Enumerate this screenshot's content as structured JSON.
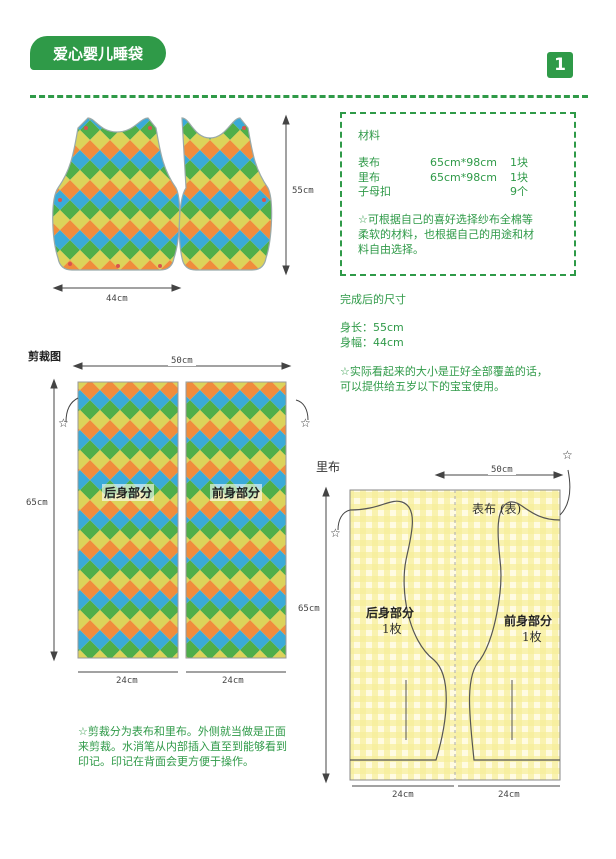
{
  "header": {
    "title": "爱心婴儿睡袋",
    "page_number": "1"
  },
  "materials": {
    "heading": "材料",
    "rows": [
      {
        "name": "表布",
        "size": "65cm*98cm",
        "qty": "1块"
      },
      {
        "name": "里布",
        "size": "65cm*98cm",
        "qty": "1块"
      },
      {
        "name": "子母扣",
        "size": "",
        "qty": "9个"
      }
    ],
    "note_line1": "☆可根据自己的喜好选择纱布全棉等",
    "note_line2": "柔软的材料，也根据自己的用途和材",
    "note_line3": "料自由选择。"
  },
  "finished": {
    "heading": "完成后的尺寸",
    "length": "身长：55cm",
    "width": "身幅：44cm",
    "note_line1": "☆实际看起来的大小是正好全部覆盖的话，",
    "note_line2": "可以提供给五岁以下的宝宝使用。"
  },
  "top_figure": {
    "height_label": "55cm",
    "width_label": "44cm"
  },
  "cutting": {
    "heading": "剪裁图",
    "total_width": "50cm",
    "height": "65cm",
    "back_label": "后身部分",
    "front_label": "前身部分",
    "piece_width_left": "24cm",
    "piece_width_right": "24cm",
    "star": "☆"
  },
  "pattern": {
    "lining_label": "里布",
    "outer_label": "表布 (表)",
    "total_width": "50cm",
    "height": "65cm",
    "back_label": "后身部分",
    "back_count": "1枚",
    "front_label": "前身部分",
    "front_count": "1枚",
    "piece_width_left": "24cm",
    "piece_width_right": "24cm",
    "star": "☆"
  },
  "instructions": {
    "line1": "☆剪裁分为表布和里布。外侧就当做是正面",
    "line2": "来剪裁。水消笔从内部插入直至到能够看到",
    "line3": "印记。印记在背面会更方便于操作。"
  },
  "colors": {
    "green": "#2f9a48",
    "argyle_blue": "#3aaad8",
    "argyle_orange": "#f08c3c",
    "argyle_yellow": "#dcd35a",
    "argyle_green": "#4fae4a",
    "gingham": "#f7ee9a"
  }
}
